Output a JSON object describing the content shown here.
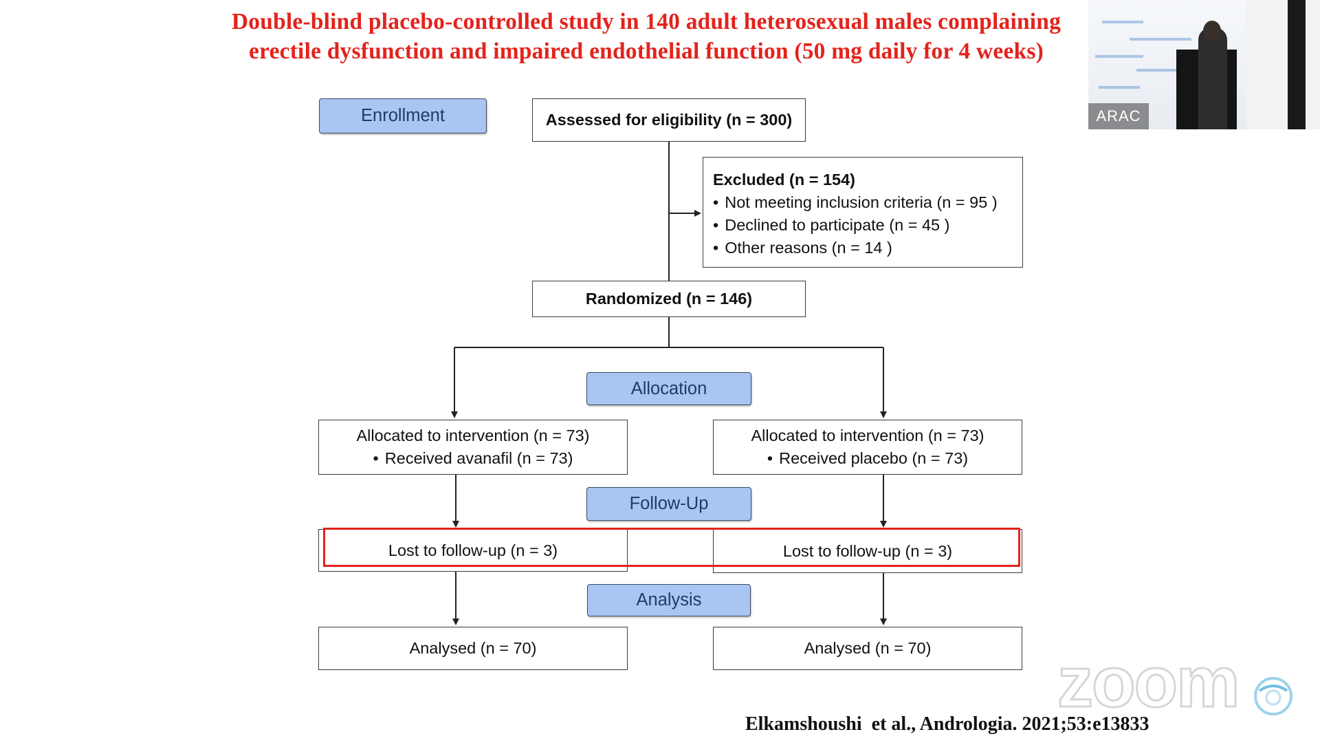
{
  "title": {
    "line1": "Double-blind placebo-controlled study in 140 adult heterosexual males complaining",
    "line2": "erectile dysfunction and impaired endothelial function (50 mg daily for 4 weeks)"
  },
  "stages": {
    "enrollment": "Enrollment",
    "allocation": "Allocation",
    "follow_up": "Follow-Up",
    "analysis": "Analysis"
  },
  "boxes": {
    "assessed": "Assessed for eligibility (n = 300)",
    "excluded_header": "Excluded (n = 154)",
    "excluded_items": [
      "Not meeting inclusion criteria (n = 95 )",
      "Declined to participate (n = 45 )",
      "Other reasons (n = 14 )"
    ],
    "randomized": "Randomized (n = 146)",
    "left_alloc_line1": "Allocated to intervention (n = 73)",
    "left_alloc_line2": "Received avanafil (n = 73)",
    "right_alloc_line1": "Allocated to intervention (n = 73)",
    "right_alloc_line2": "Received placebo (n = 73)",
    "left_lost": "Lost to follow-up (n = 3)",
    "right_lost": "Lost to follow-up (n = 3)",
    "left_analysed": "Analysed (n = 70)",
    "right_analysed": "Analysed (n = 70)"
  },
  "citation": "Elkamshoushi  et al., Andrologia. 2021;53:e13833",
  "video": {
    "name_tag": "ARAC"
  },
  "zoom_logo": "zoom",
  "colors": {
    "title": "#e3231c",
    "stage_fill": "#a9c6f2",
    "highlight": "#e3231c"
  }
}
